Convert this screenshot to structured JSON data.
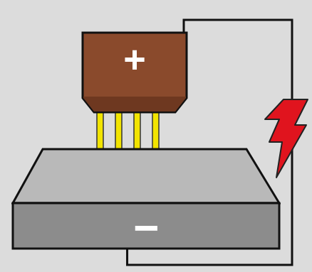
{
  "diagram": {
    "nodes": [
      {
        "text": [
          "+"
        ]
      },
      {
        "text": [
          "−"
        ]
      }
    ],
    "edges": [
      {
        "from": 0,
        "to": 1,
        "arrow": "none"
      }
    ]
  }
}
